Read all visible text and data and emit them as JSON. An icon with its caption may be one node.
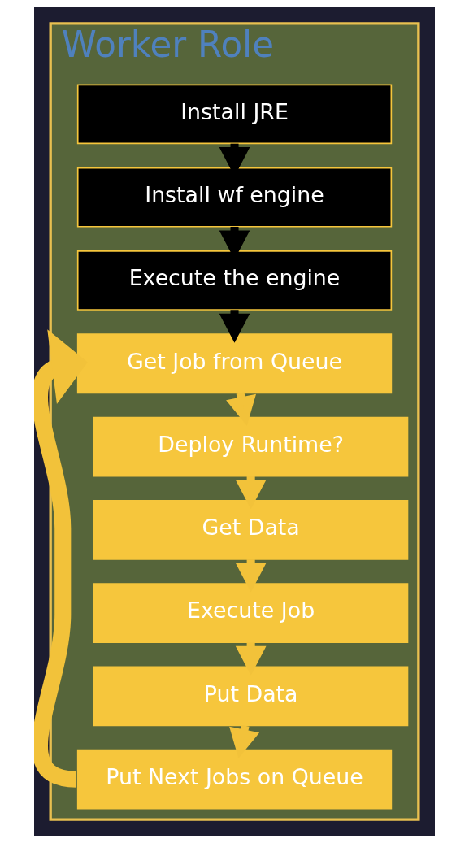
{
  "diagram": {
    "nodes": [
      {
        "text": [
          "Worker Role"
        ]
      },
      {
        "text": [
          "Install JRE"
        ],
        "in": 0
      },
      {
        "text": [
          "Install wf engine"
        ],
        "in": 0
      },
      {
        "text": [
          "Execute the engine"
        ],
        "in": 0
      },
      {
        "text": [
          "Get Job from Queue"
        ],
        "in": 0
      },
      {
        "text": [
          "Deploy Runtime?"
        ],
        "in": 0
      },
      {
        "text": [
          "Get Data"
        ],
        "in": 0
      },
      {
        "text": [
          "Execute Job"
        ],
        "in": 0
      },
      {
        "text": [
          "Put Data"
        ],
        "in": 0
      },
      {
        "text": [
          "Put Next Jobs on Queue"
        ],
        "in": 0
      }
    ],
    "edges": [
      {
        "from": 1,
        "to": 2,
        "arrow": "to",
        "color": "#000000"
      },
      {
        "from": 2,
        "to": 3,
        "arrow": "to",
        "color": "#000000"
      },
      {
        "from": 3,
        "to": 4,
        "arrow": "to",
        "color": "#000000"
      },
      {
        "from": 4,
        "to": 5,
        "arrow": "to"
      },
      {
        "from": 5,
        "to": 6,
        "arrow": "to"
      },
      {
        "from": 6,
        "to": 7,
        "arrow": "to"
      },
      {
        "from": 7,
        "to": 8,
        "arrow": "to"
      },
      {
        "from": 8,
        "to": 9,
        "arrow": "to"
      },
      {
        "from": 9,
        "to": 4,
        "arrow": "to",
        "style": "thick"
      }
    ]
  }
}
